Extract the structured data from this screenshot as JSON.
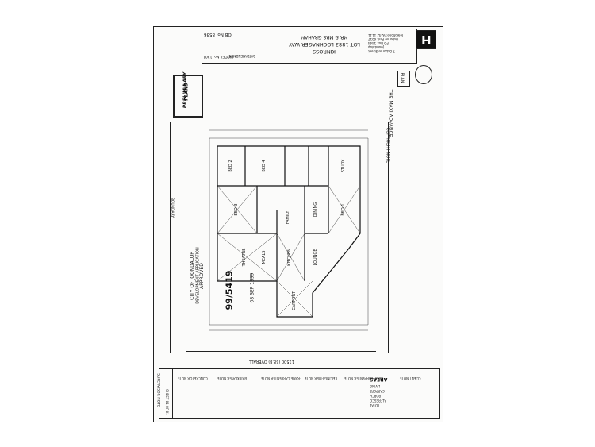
{
  "title_block": {
    "builder": "THE MAXI ADVANCE",
    "plan_label": "PLAN",
    "company_letter": "H",
    "company_lines": [
      "7 Osborne Street",
      "Joondalup",
      "PO Box 1444",
      "Osborne Park 6017",
      "Telephone: 9242 1111"
    ],
    "copyright": "COPYRIGHT NOTE",
    "client": "MR & MRS GRAHAM",
    "lot": "LOT 1883 LOCHNAGER WAY",
    "suburb": "KINROSS",
    "job_no": "JOB No. 8536",
    "model_no": "MODEL No. 1301",
    "date_label": "DATE",
    "amendment_label": "AMENDMENT"
  },
  "stamps": {
    "preliminary": [
      "PRELIMINARY",
      "PLANS"
    ],
    "approval": [
      "CITY OF JOONDALUP",
      "DEVELOPMENT APPLICATION",
      "APPROVED"
    ],
    "approval_number": "99/5419",
    "approval_date": "08 SEP 1999"
  },
  "rooms": {
    "bed2": "BED 2",
    "bed3": "BED 3",
    "bed4": "BED 4",
    "bed1": "BED 1",
    "family": "FAMILY",
    "meals": "MEALS",
    "kitchen": "KITCHEN",
    "lounge": "LOUNGE",
    "dining": "DINING",
    "theatre": "THEATRE",
    "study": "STUDY",
    "carport": "CARPORT"
  },
  "overall_dims": {
    "overall_length": "11500 (58.8) OVERALL",
    "boundary": "BOUNDARY"
  },
  "areas": {
    "heading": "AREAS",
    "rows": [
      "LIVING",
      "CARPORT",
      "PORCH",
      "ALFRESCO",
      "TOTAL"
    ]
  },
  "supervisor": {
    "note": "SUPERVISOR NOTE",
    "sheet": "SHEET 01 OF 01"
  },
  "side_notes": [
    "CONCRETOR NOTE",
    "BRICKLAYER NOTE",
    "FRAME CARPENTER NOTE",
    "CEILING FIXER NOTE",
    "ROOF CARPENTER NOTE",
    "CLIENT NOTE"
  ]
}
